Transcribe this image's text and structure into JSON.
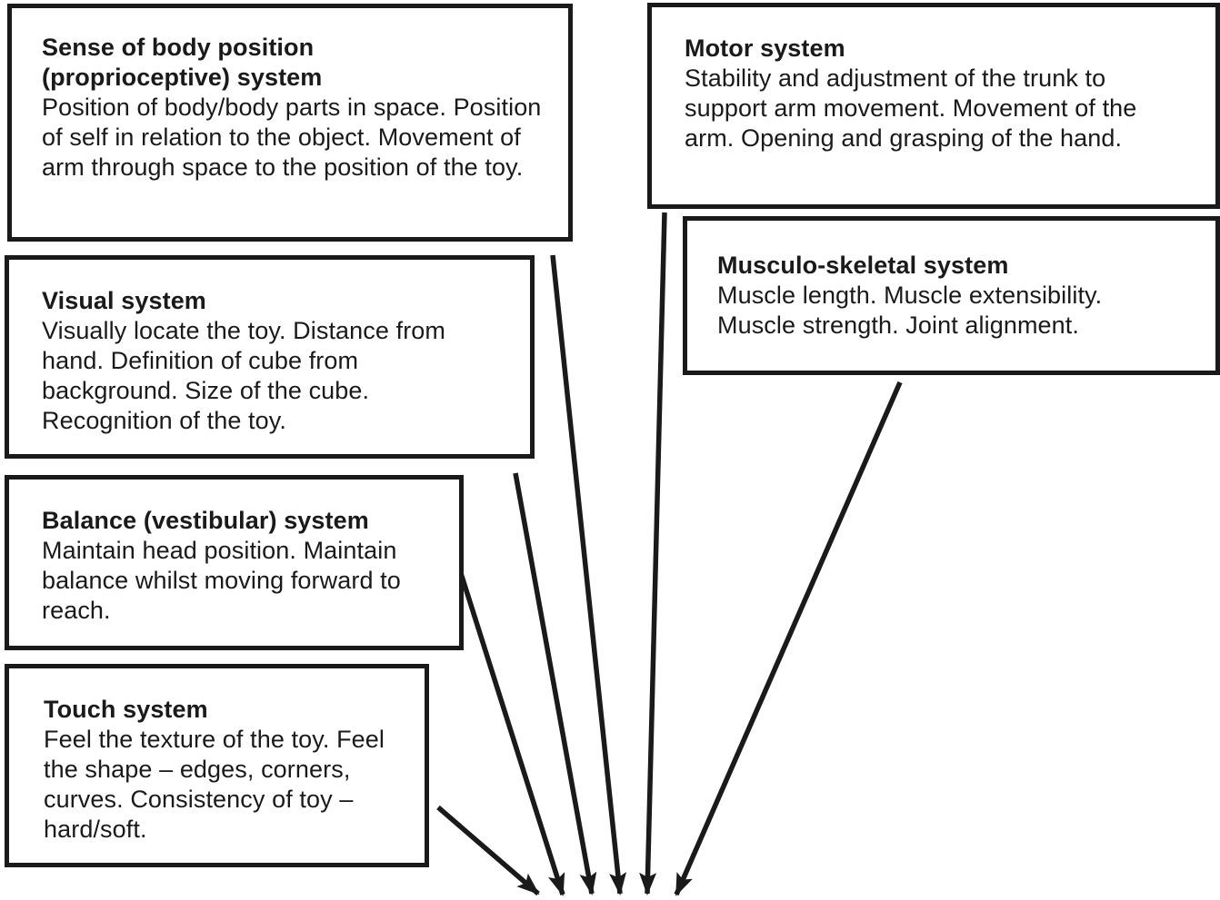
{
  "page": {
    "background_color": "#ffffff",
    "ink_color": "#1a1a1a"
  },
  "diagram": {
    "boxes": [
      {
        "id": "proprioceptive-box",
        "title": "Sense of body position (proprioceptive) system",
        "body": "Position of body/body parts in space. Position of self in relation to the object. Movement of arm through space to the position of the toy."
      },
      {
        "id": "visual-box",
        "title": "Visual system",
        "body": "Visually locate the toy. Distance from hand. Definition of cube from background. Size of the cube. Recognition of the toy."
      },
      {
        "id": "balance-box",
        "title": "Balance (vestibular) system",
        "body": "Maintain head position. Maintain balance whilst moving forward to reach."
      },
      {
        "id": "touch-box",
        "title": "Touch system",
        "body": "Feel the texture of the toy. Feel the shape – edges, corners, curves. Consistency of toy – hard/soft."
      },
      {
        "id": "motor-box",
        "title": "Motor system",
        "body": "Stability and adjustment of the trunk to support arm movement. Movement of the arm. Opening and grasping of the hand."
      },
      {
        "id": "musculoskeletal-box",
        "title": "Musculo-skeletal system",
        "body": "Muscle length. Muscle extensibility. Muscle strength. Joint alignment."
      }
    ],
    "arrows": [
      {
        "from": "touch-box"
      },
      {
        "from": "balance-box"
      },
      {
        "from": "visual-box"
      },
      {
        "from": "proprioceptive-box"
      },
      {
        "from": "motor-box"
      },
      {
        "from": "musculoskeletal-box"
      }
    ]
  }
}
